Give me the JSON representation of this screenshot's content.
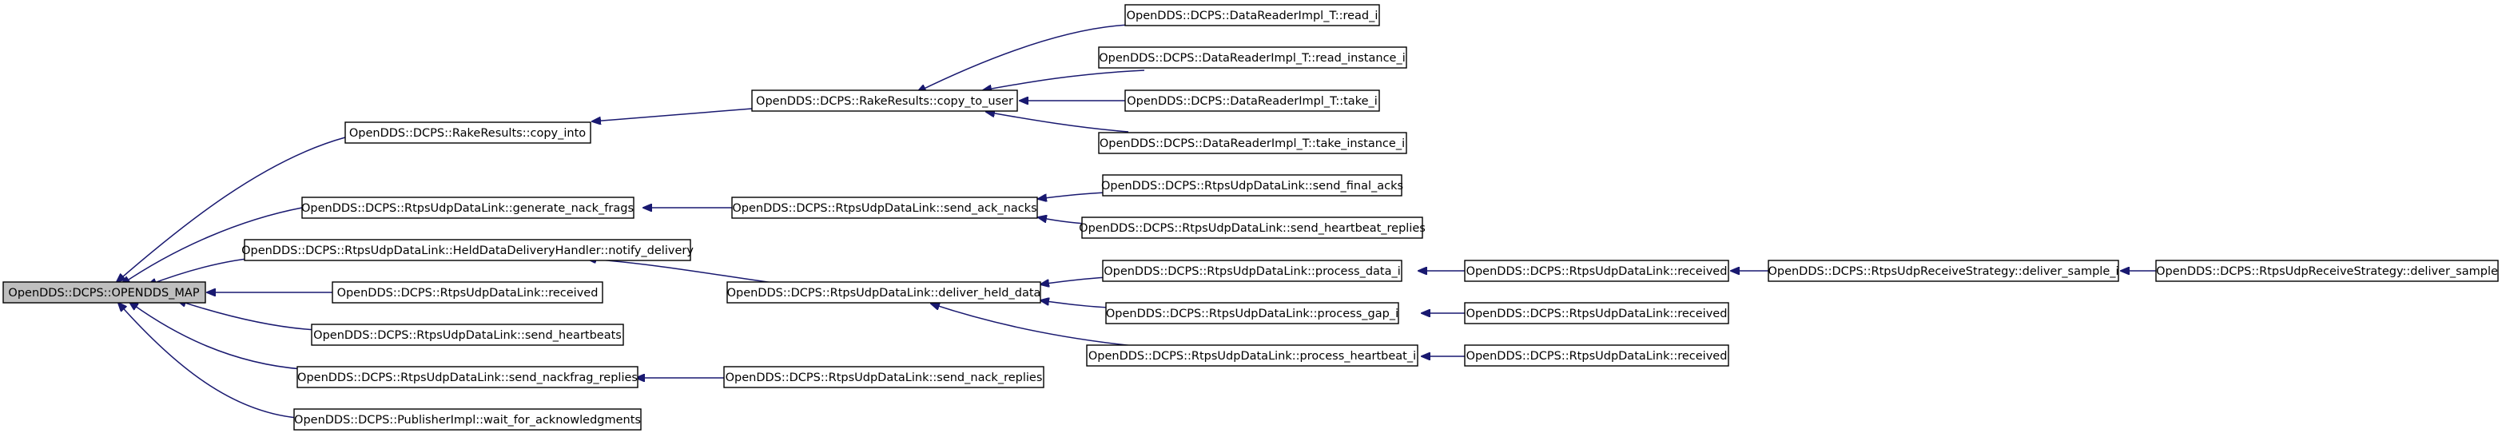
{
  "diagram": {
    "nodes": {
      "opendds_map": "OpenDDS::DCPS::OPENDDS_MAP",
      "copy_into": "OpenDDS::DCPS::RakeResults::copy_into",
      "copy_to_user": "OpenDDS::DCPS::RakeResults::copy_to_user",
      "read_i": "OpenDDS::DCPS::DataReaderImpl_T::read_i",
      "read_instance_i": "OpenDDS::DCPS::DataReaderImpl_T::read_instance_i",
      "take_i": "OpenDDS::DCPS::DataReaderImpl_T::take_i",
      "take_instance_i": "OpenDDS::DCPS::DataReaderImpl_T::take_instance_i",
      "generate_nack_frags": "OpenDDS::DCPS::RtpsUdpDataLink::generate_nack_frags",
      "send_ack_nacks": "OpenDDS::DCPS::RtpsUdpDataLink::send_ack_nacks",
      "send_final_acks": "OpenDDS::DCPS::RtpsUdpDataLink::send_final_acks",
      "send_heartbeat_replies": "OpenDDS::DCPS::RtpsUdpDataLink::send_heartbeat_replies",
      "notify_delivery": "OpenDDS::DCPS::RtpsUdpDataLink::HeldDataDeliveryHandler::notify_delivery",
      "deliver_held_data": "OpenDDS::DCPS::RtpsUdpDataLink::deliver_held_data",
      "process_data_i": "OpenDDS::DCPS::RtpsUdpDataLink::process_data_i",
      "process_gap_i": "OpenDDS::DCPS::RtpsUdpDataLink::process_gap_i",
      "process_heartbeat_i": "OpenDDS::DCPS::RtpsUdpDataLink::process_heartbeat_i",
      "received_a": "OpenDDS::DCPS::RtpsUdpDataLink::received",
      "received_b": "OpenDDS::DCPS::RtpsUdpDataLink::received",
      "received_c": "OpenDDS::DCPS::RtpsUdpDataLink::received",
      "received_d": "OpenDDS::DCPS::RtpsUdpDataLink::received",
      "deliver_sample_i": "OpenDDS::DCPS::RtpsUdpReceiveStrategy::deliver_sample_i",
      "deliver_sample": "OpenDDS::DCPS::RtpsUdpReceiveStrategy::deliver_sample",
      "send_heartbeats": "OpenDDS::DCPS::RtpsUdpDataLink::send_heartbeats",
      "send_nackfrag_replies": "OpenDDS::DCPS::RtpsUdpDataLink::send_nackfrag_replies",
      "send_nack_replies": "OpenDDS::DCPS::RtpsUdpDataLink::send_nack_replies",
      "wait_for_acknowledgments": "OpenDDS::DCPS::PublisherImpl::wait_for_acknowledgments"
    },
    "edges": [
      {
        "from": "copy_into",
        "to": "opendds_map"
      },
      {
        "from": "generate_nack_frags",
        "to": "opendds_map"
      },
      {
        "from": "notify_delivery",
        "to": "opendds_map"
      },
      {
        "from": "received_a",
        "to": "opendds_map"
      },
      {
        "from": "send_heartbeats",
        "to": "opendds_map"
      },
      {
        "from": "send_nackfrag_replies",
        "to": "opendds_map"
      },
      {
        "from": "wait_for_acknowledgments",
        "to": "opendds_map"
      },
      {
        "from": "copy_to_user",
        "to": "copy_into"
      },
      {
        "from": "read_i",
        "to": "copy_to_user"
      },
      {
        "from": "read_instance_i",
        "to": "copy_to_user"
      },
      {
        "from": "take_i",
        "to": "copy_to_user"
      },
      {
        "from": "take_instance_i",
        "to": "copy_to_user"
      },
      {
        "from": "send_ack_nacks",
        "to": "generate_nack_frags"
      },
      {
        "from": "send_final_acks",
        "to": "send_ack_nacks"
      },
      {
        "from": "send_heartbeat_replies",
        "to": "send_ack_nacks"
      },
      {
        "from": "deliver_held_data",
        "to": "notify_delivery"
      },
      {
        "from": "process_data_i",
        "to": "deliver_held_data"
      },
      {
        "from": "process_gap_i",
        "to": "deliver_held_data"
      },
      {
        "from": "process_heartbeat_i",
        "to": "deliver_held_data"
      },
      {
        "from": "received_b",
        "to": "process_data_i"
      },
      {
        "from": "deliver_sample_i",
        "to": "received_b"
      },
      {
        "from": "deliver_sample",
        "to": "deliver_sample_i"
      },
      {
        "from": "received_c",
        "to": "process_gap_i"
      },
      {
        "from": "received_d",
        "to": "process_heartbeat_i"
      },
      {
        "from": "send_nack_replies",
        "to": "send_nackfrag_replies"
      }
    ],
    "colors": {
      "edge": "#191970",
      "focus_fill": "#bfbfbf",
      "node_fill": "#ffffff",
      "node_border": "#000000"
    }
  }
}
